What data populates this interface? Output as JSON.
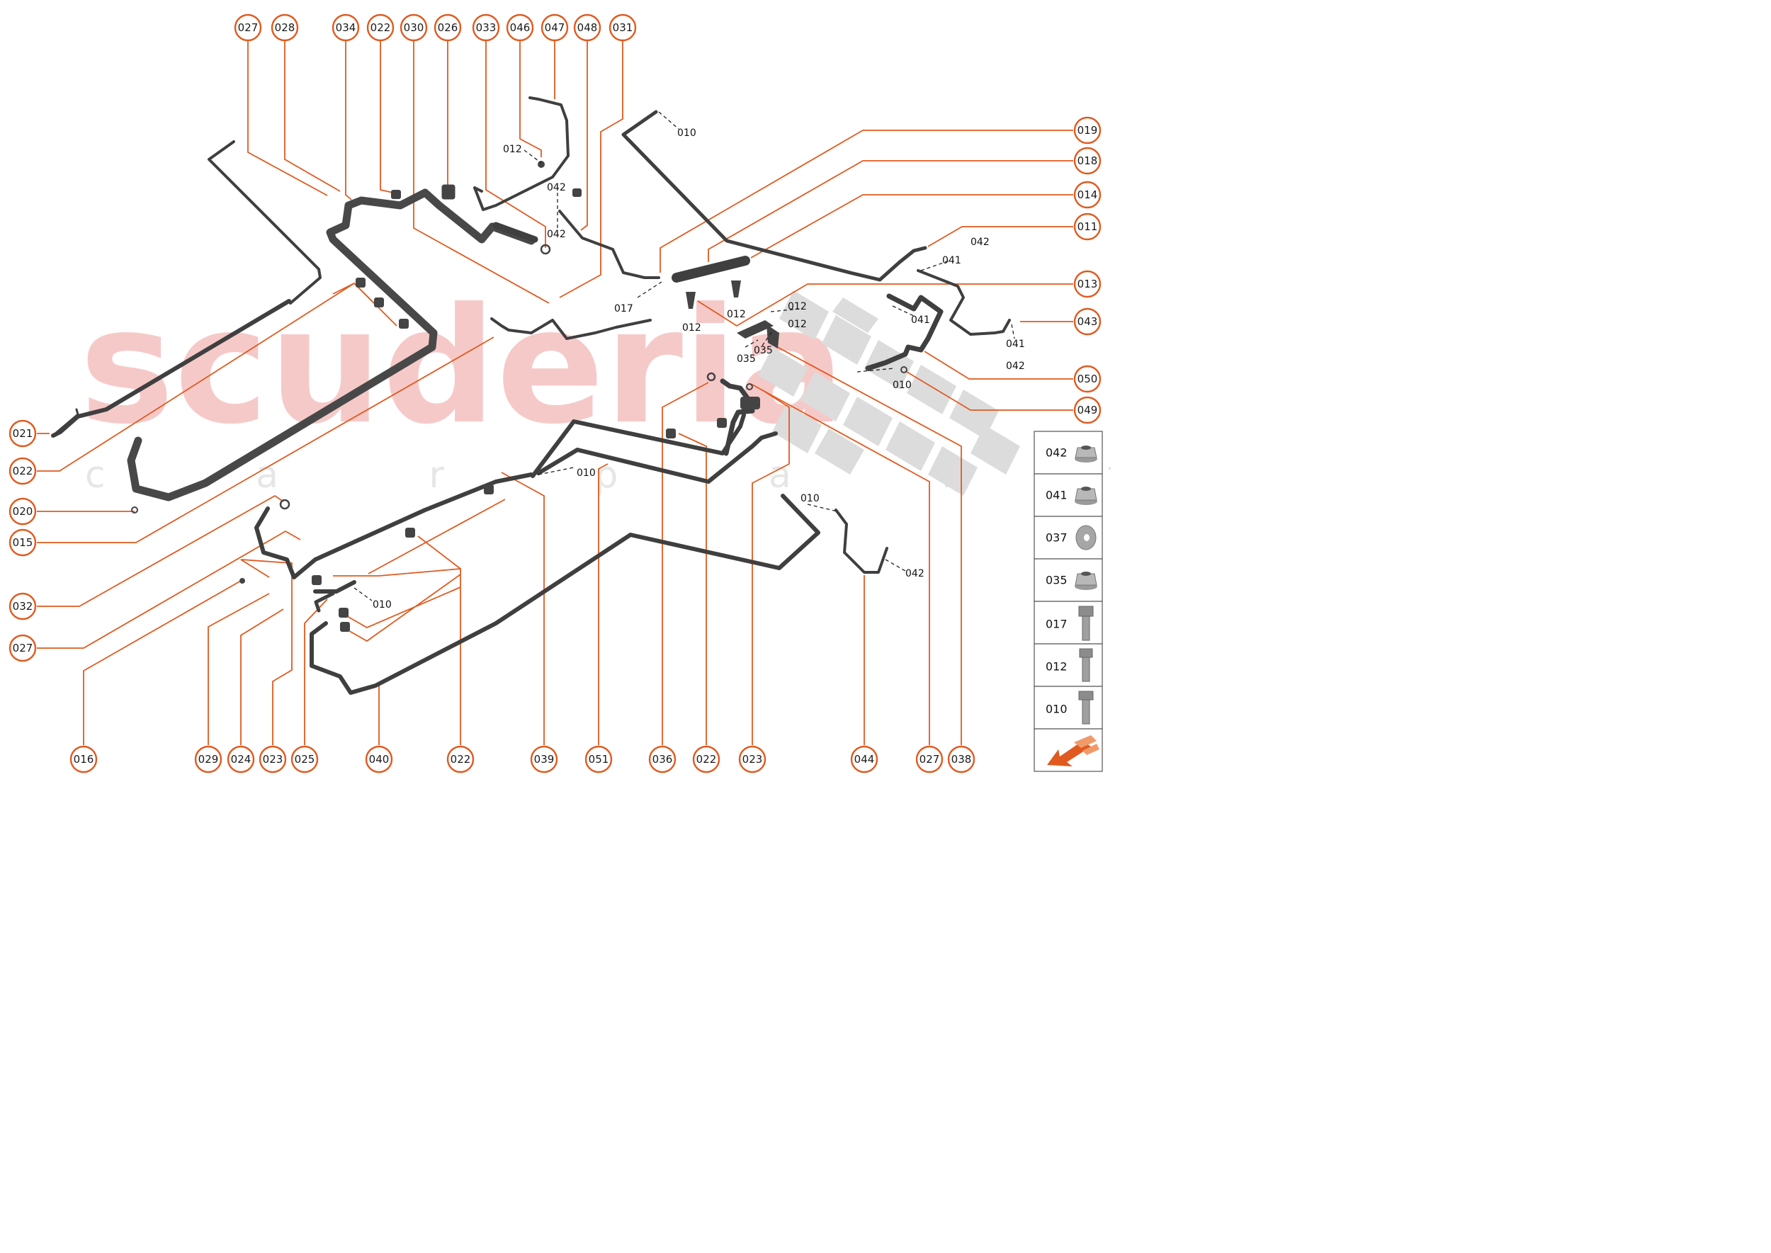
{
  "watermark": {
    "brand": "scuderia",
    "subtitle": "c a r p a r t s"
  },
  "colors": {
    "accent": "#e05a1f",
    "pipe": "#444444",
    "watermark": "#f6c9c9"
  },
  "callouts_top": [
    "027",
    "028",
    "034",
    "022",
    "030",
    "026",
    "033",
    "046",
    "047",
    "048",
    "031"
  ],
  "callouts_right": [
    "019",
    "018",
    "014",
    "011",
    "013",
    "043",
    "050",
    "049"
  ],
  "callouts_left": [
    "021",
    "022",
    "020",
    "015",
    "032",
    "027"
  ],
  "callouts_bottom": [
    "016",
    "029",
    "024",
    "023",
    "025",
    "040",
    "022",
    "039",
    "051",
    "036",
    "022",
    "023",
    "044",
    "027",
    "038"
  ],
  "inline_labels": [
    "010",
    "012",
    "042",
    "042",
    "017",
    "012",
    "012",
    "012",
    "012",
    "035",
    "035",
    "041",
    "042",
    "041",
    "041",
    "042",
    "010",
    "010",
    "010",
    "010",
    "042"
  ],
  "legend": [
    {
      "code": "042",
      "icon": "flange-nut-icon"
    },
    {
      "code": "041",
      "icon": "flange-nut-icon"
    },
    {
      "code": "037",
      "icon": "washer-icon"
    },
    {
      "code": "035",
      "icon": "flange-nut-icon"
    },
    {
      "code": "017",
      "icon": "bolt-icon"
    },
    {
      "code": "012",
      "icon": "bolt-icon"
    },
    {
      "code": "010",
      "icon": "bolt-icon"
    }
  ],
  "orientation_icon": "front-direction-arrow-icon"
}
